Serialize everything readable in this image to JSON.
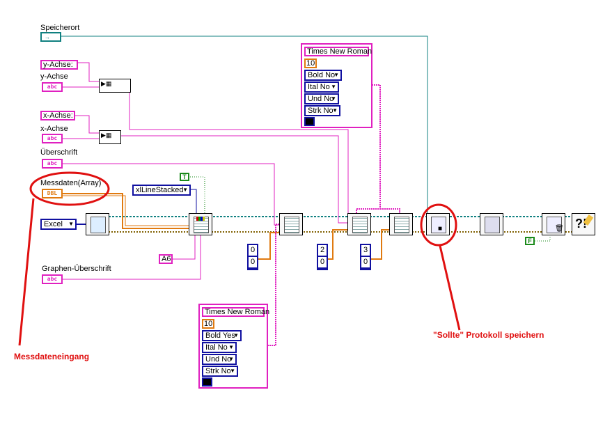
{
  "labels": {
    "speicherort": "Speicherort",
    "y_achse_label": "y-Achse",
    "x_achse_label": "x-Achse",
    "ueberschrift": "Überschrift",
    "messdaten": "Messdaten(Array)",
    "graphen_ueberschrift": "Graphen-Überschrift"
  },
  "constants": {
    "y_achse_const": "y-Achse:",
    "x_achse_const": "x-Achse:",
    "abc": "abc",
    "dbl": "DBL",
    "excel": "Excel",
    "xl_line": "xlLineStacked",
    "a6": "A6",
    "bool_true": "T",
    "bool_false": "F"
  },
  "numbers": {
    "pair1": [
      "0",
      "0"
    ],
    "pair2": [
      "2",
      "0"
    ],
    "pair3": [
      "3",
      "0"
    ]
  },
  "font_cluster_top": {
    "font": "Times New Roman",
    "size": "10",
    "bold": "Bold No",
    "italic": "Ital No",
    "underline": "Und No",
    "strike": "Strk No"
  },
  "font_cluster_bottom": {
    "font": "Times New Roman",
    "size": "10",
    "bold": "Bold Yes",
    "italic": "Ital No",
    "underline": "Und No",
    "strike": "Strk No"
  },
  "annotations": {
    "messdaten_eingang": "Messdateneingang",
    "protokoll": "\"Sollte\" Protokoll speichern"
  },
  "colors": {
    "pink_wire": "#e020c0",
    "blue_wire": "#1010a0",
    "teal_wire": "#108080",
    "orange_wire": "#e07a10",
    "annotation_red": "#e01010"
  }
}
